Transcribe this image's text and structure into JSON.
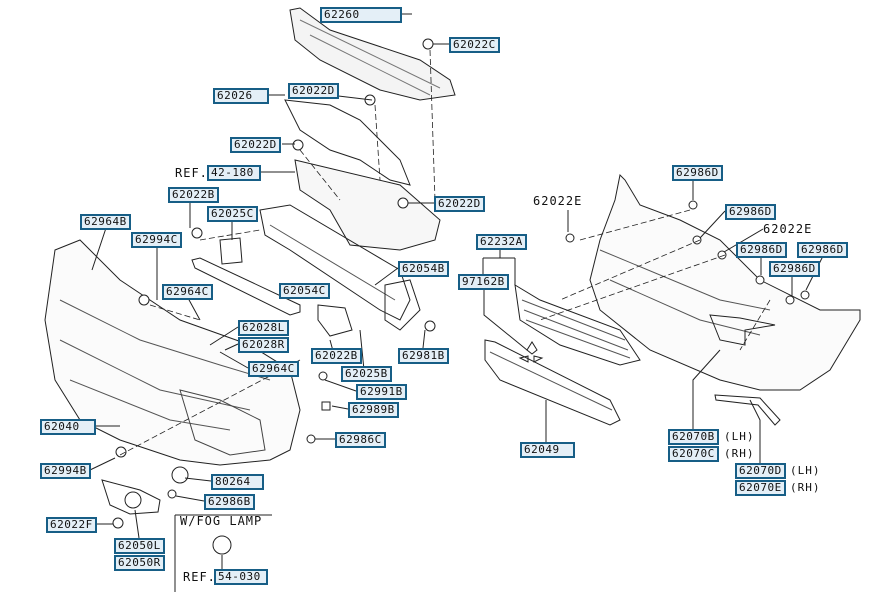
{
  "colors": {
    "label_border": "#175e86",
    "label_fill": "#e4eff7",
    "line": "#222222"
  },
  "part_labels": [
    "62260",
    "62022C",
    "62026",
    "62022D",
    "62022D",
    "62022D",
    "62022B",
    "62025C",
    "62964B",
    "62994C",
    "62964C",
    "62054C",
    "62054B",
    "62028L",
    "62028R",
    "62022B",
    "62025B",
    "62981B",
    "62964C",
    "62991B",
    "62989B",
    "62040",
    "62986C",
    "62994B",
    "80264",
    "62986B",
    "62022F",
    "62050L",
    "62050R",
    "62986D",
    "62986D",
    "62232A",
    "62986D",
    "62986D",
    "62986D",
    "97162B",
    "62049",
    "62070B",
    "62070C",
    "62070D",
    "62070E"
  ],
  "ref_labels": [
    {
      "prefix": "REF.",
      "code": "42-180"
    },
    {
      "prefix": "REF.",
      "code": "54-030"
    }
  ],
  "plain_labels": [
    "62022E",
    "62022E"
  ],
  "side_suffixes": {
    "lh1": "(LH)",
    "rh1": "(RH)",
    "lh2": "(LH)",
    "rh2": "(RH)"
  },
  "fog_lamp_note": "W/FOG LAMP"
}
